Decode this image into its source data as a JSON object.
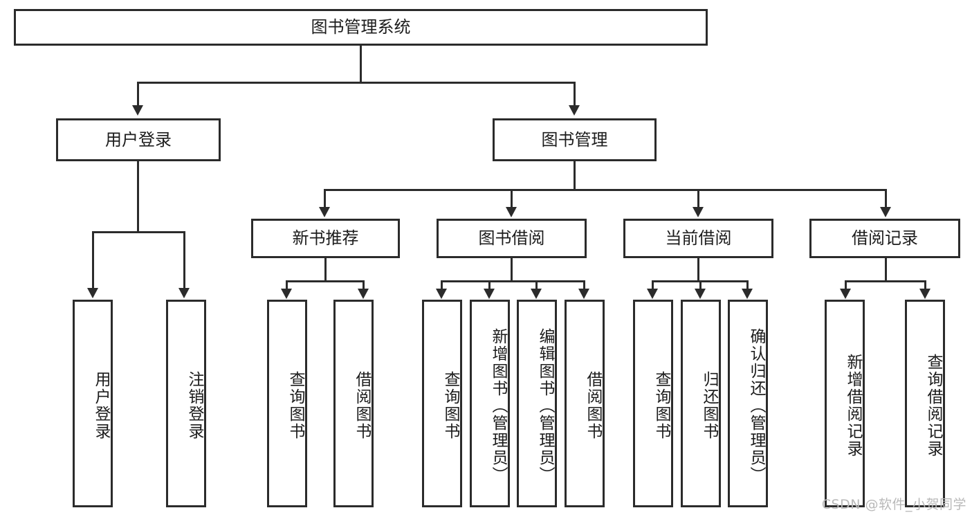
{
  "diagram": {
    "title": "图书管理系统",
    "type": "tree-hierarchy-diagram",
    "root": {
      "label": "图书管理系统"
    },
    "level2": [
      {
        "label": "用户登录"
      },
      {
        "label": "图书管理"
      }
    ],
    "level3": [
      {
        "label": "新书推荐"
      },
      {
        "label": "图书借阅"
      },
      {
        "label": "当前借阅"
      },
      {
        "label": "借阅记录"
      }
    ],
    "leaves": {
      "user_login": [
        {
          "label": "用户登录"
        },
        {
          "label": "注销登录"
        }
      ],
      "new_book_recommend": [
        {
          "label": "查询图书"
        },
        {
          "label": "借阅图书"
        }
      ],
      "book_borrow": [
        {
          "label": "查询图书"
        },
        {
          "label": "新增图书（管理员）"
        },
        {
          "label": "编辑图书（管理员）"
        },
        {
          "label": "借阅图书"
        }
      ],
      "current_borrow": [
        {
          "label": "查询图书"
        },
        {
          "label": "归还图书"
        },
        {
          "label": "确认归还（管理员）"
        }
      ],
      "borrow_record": [
        {
          "label": "新增借阅记录"
        },
        {
          "label": "查询借阅记录"
        }
      ]
    }
  },
  "watermark": {
    "text": "CSDN @软件_小贺同学"
  },
  "colors": {
    "stroke": "#2b2b2b",
    "fill": "#ffffff",
    "text": "#1c1c1c",
    "watermark": "#b9b9b9"
  }
}
